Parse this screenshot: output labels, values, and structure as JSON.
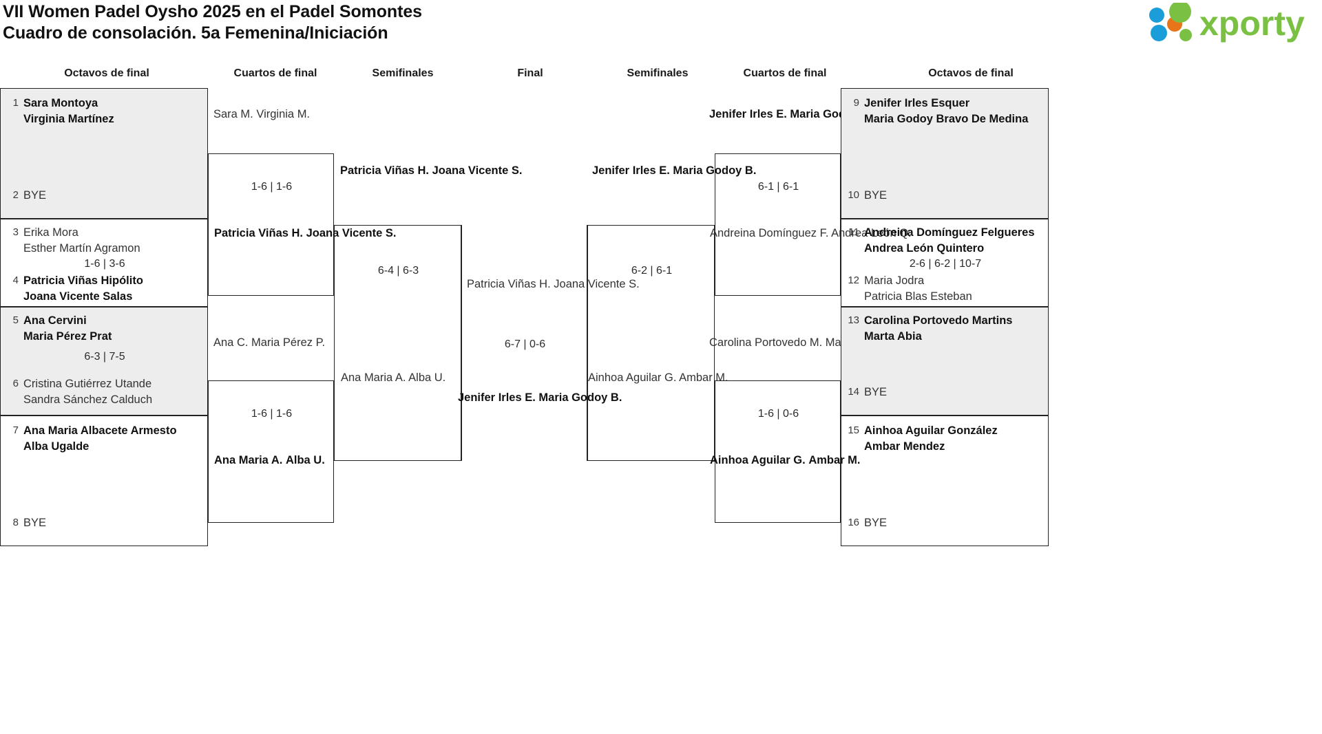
{
  "header": {
    "title_line1": "VII Women Padel Oysho 2025 en el Padel Somontes",
    "title_line2": "Cuadro de consolación. 5a Femenina/Iniciación",
    "logo_text": "xporty",
    "logo_colors": {
      "green": "#7ac143",
      "blue": "#1b9dd9",
      "orange": "#e8751a"
    }
  },
  "round_headers": [
    {
      "label": "Octavos de final"
    },
    {
      "label": "Cuartos de final"
    },
    {
      "label": "Semifinales"
    },
    {
      "label": "Final"
    },
    {
      "label": "Semifinales"
    },
    {
      "label": "Cuartos de final"
    },
    {
      "label": "Octavos de final"
    }
  ],
  "colors": {
    "shaded_row": "#ededed",
    "border": "#222222",
    "text": "#1a1a1a"
  },
  "labels": {
    "bye": "BYE"
  },
  "left": {
    "r16": [
      {
        "seed": "1",
        "p1": "Sara Montoya",
        "p2": "Virginia Martínez",
        "winner": true
      },
      {
        "seed": "2",
        "bye": "BYE"
      },
      {
        "seed": "3",
        "p1": "Erika Mora",
        "p2": "Esther Martín Agramon",
        "winner": false
      },
      {
        "seed": "4",
        "p1": "Patricia Viñas Hipólito",
        "p2": "Joana Vicente Salas",
        "winner": true
      },
      {
        "seed": "5",
        "p1": "Ana Cervini",
        "p2": "Maria Pérez Prat",
        "winner": true
      },
      {
        "seed": "6",
        "p1": "Cristina Gutiérrez Utande",
        "p2": "Sandra Sánchez Calduch",
        "winner": false
      },
      {
        "seed": "7",
        "p1": "Ana Maria Albacete Armesto",
        "p2": "Alba Ugalde",
        "winner": true
      },
      {
        "seed": "8",
        "bye": "BYE"
      }
    ],
    "r16_scores": [
      {
        "value": ""
      },
      {
        "value": "1-6 | 3-6"
      },
      {
        "value": "6-3 | 7-5"
      },
      {
        "value": ""
      }
    ],
    "qf": [
      {
        "p1": "Sara M.",
        "p2": "Virginia M.",
        "winner": false
      },
      {
        "p1": "Patricia Viñas H.",
        "p2": "Joana Vicente S.",
        "winner": true
      },
      {
        "p1": "Ana C.",
        "p2": "Maria Pérez P.",
        "winner": false
      },
      {
        "p1": "Ana Maria A.",
        "p2": "Alba U.",
        "winner": true
      }
    ],
    "qf_scores": [
      {
        "value": "1-6 | 1-6"
      },
      {
        "value": "1-6 | 1-6"
      }
    ],
    "sf": [
      {
        "p1": "Patricia Viñas H.",
        "p2": "Joana Vicente S.",
        "winner": true
      },
      {
        "p1": "Ana Maria A.",
        "p2": "Alba U.",
        "winner": false
      }
    ],
    "sf_scores": [
      {
        "value": "6-4 | 6-3"
      }
    ],
    "finalist": {
      "p1": "Patricia Viñas H.",
      "p2": "Joana Vicente S.",
      "winner": false
    }
  },
  "final": {
    "score": "6-7 | 0-6"
  },
  "right": {
    "r16": [
      {
        "seed": "9",
        "p1": "Jenifer Irles Esquer",
        "p2": "Maria Godoy Bravo De Medina",
        "winner": true
      },
      {
        "seed": "10",
        "bye": "BYE"
      },
      {
        "seed": "11",
        "p1": "Andreina Domínguez Felgueres",
        "p2": "Andrea León Quintero",
        "winner": true
      },
      {
        "seed": "12",
        "p1": "Maria Jodra",
        "p2": "Patricia Blas Esteban",
        "winner": false
      },
      {
        "seed": "13",
        "p1": "Carolina Portovedo Martins",
        "p2": "Marta Abia",
        "winner": true
      },
      {
        "seed": "14",
        "bye": "BYE"
      },
      {
        "seed": "15",
        "p1": "Ainhoa Aguilar González",
        "p2": "Ambar Mendez",
        "winner": true
      },
      {
        "seed": "16",
        "bye": "BYE"
      }
    ],
    "r16_scores": [
      {
        "value": ""
      },
      {
        "value": "2-6 | 6-2 | 10-7"
      },
      {
        "value": ""
      },
      {
        "value": ""
      }
    ],
    "qf": [
      {
        "p1": "Jenifer Irles E.",
        "p2": "Maria Godoy B.",
        "winner": true
      },
      {
        "p1": "Andreina Domínguez F.",
        "p2": "Andrea León Q.",
        "winner": false
      },
      {
        "p1": "Carolina Portovedo M.",
        "p2": "Marta A.",
        "winner": false
      },
      {
        "p1": "Ainhoa Aguilar G.",
        "p2": "Ambar M.",
        "winner": true
      }
    ],
    "qf_scores": [
      {
        "value": "6-1 | 6-1"
      },
      {
        "value": "1-6 | 0-6"
      }
    ],
    "sf": [
      {
        "p1": "Jenifer Irles E.",
        "p2": "Maria Godoy B.",
        "winner": true
      },
      {
        "p1": "Ainhoa Aguilar G.",
        "p2": "Ambar M.",
        "winner": false
      }
    ],
    "sf_scores": [
      {
        "value": "6-2 | 6-1"
      }
    ],
    "finalist": {
      "p1": "Jenifer Irles E.",
      "p2": "Maria Godoy B.",
      "winner": true
    }
  }
}
